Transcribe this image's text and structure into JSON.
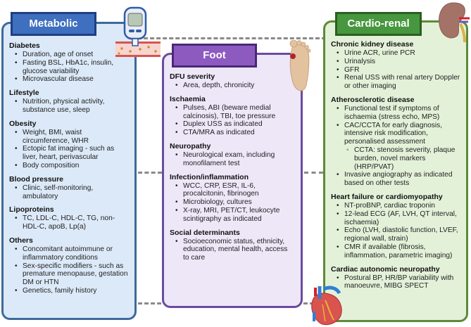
{
  "metabolic": {
    "title": "Metabolic",
    "color": "#3f6fbf",
    "sections": [
      {
        "heading": "Diabetes",
        "items": [
          "Duration, age of onset",
          "Fasting BSL, HbA1c, insulin, glucose variability",
          "Microvascular disease"
        ]
      },
      {
        "heading": "Lifestyle",
        "items": [
          "Nutrition, physical activity, substance use, sleep"
        ]
      },
      {
        "heading": "Obesity",
        "items": [
          "Weight, BMI, waist circumference, WHR",
          "Ectopic fat imaging - such as liver, heart, perivascular",
          "Body composition"
        ]
      },
      {
        "heading": "Blood pressure",
        "items": [
          "Clinic, self-monitoring, ambulatory"
        ]
      },
      {
        "heading": "Lipoproteins",
        "items": [
          "TC, LDL-C, HDL-C, TG, non-HDL-C, apoB, Lp(a)"
        ]
      },
      {
        "heading": "Others",
        "items": [
          "Concomitant autoimmune or inflammatory conditions",
          "Sex-specific modifiers -  such as premature menopause, gestation DM or HTN",
          "Genetics, family history"
        ]
      }
    ]
  },
  "foot": {
    "title": "Foot",
    "color": "#8d5bc0",
    "sections": [
      {
        "heading": "DFU severity",
        "items": [
          "Area, depth, chronicity"
        ]
      },
      {
        "heading": "Ischaemia",
        "items": [
          "Pulses, ABI (beware medial calcinosis), TBI, toe pressure",
          "Duplex USS as indicated",
          "CTA/MRA as indicated"
        ]
      },
      {
        "heading": "Neuropathy",
        "items": [
          "Neurological exam, including monofilament test"
        ]
      },
      {
        "heading": "Infection/inflammation",
        "items": [
          "WCC, CRP, ESR, IL-6, procalcitonin, fibrinogen",
          "Microbiology, cultures",
          "X-ray, MRI, PET/CT, leukocyte scintigraphy as indicated"
        ]
      },
      {
        "heading": "Social determinants",
        "items": [
          "Socioeconomic status, ethnicity, education, mental health, access to care"
        ]
      }
    ]
  },
  "cardio": {
    "title": "Cardio-renal",
    "color": "#46973d",
    "sections": [
      {
        "heading": "Chronic kidney disease",
        "items": [
          "Urine ACR, urine PCR",
          "Urinalysis",
          "GFR",
          "Renal USS with renal artery Doppler or other imaging"
        ]
      },
      {
        "heading": "Atherosclerotic disease",
        "items": [
          "Functional test if symptoms of ischaemia (stress echo, MPS)",
          "CAC/CCTA for early diagnosis, intensive risk modification, personalised assessment",
          {
            "sub": "CCTA: stenosis severity, plaque burden, novel markers (HRP/PVAT)"
          },
          "Invasive angiography as indicated based on other tests"
        ]
      },
      {
        "heading": "Heart failure or cardiomyopathy",
        "items": [
          "NT-proBNP, cardiac troponin",
          "12-lead ECG (AF, LVH, QT interval, ischaemia)",
          "Echo (LVH, diastolic function, LVEF, regional wall, strain)",
          "CMR if available (fibrosis, inflammation, parametric imaging)"
        ]
      },
      {
        "heading": "Cardiac autonomic neuropathy",
        "items": [
          "Postural BP, HR/BP variability with manoeuvre, MIBG SPECT"
        ]
      }
    ]
  },
  "icons": {
    "metabolic": "glucometer-icon",
    "foot": "foot-ulcer-icon",
    "cardio_top": "kidney-icon",
    "cardio_bottom": "heart-icon"
  }
}
